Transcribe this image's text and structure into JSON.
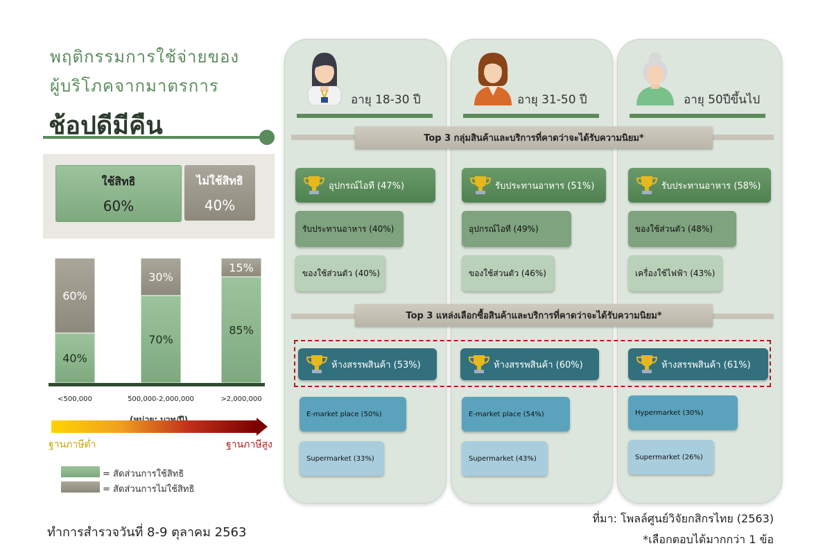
{
  "title": {
    "line1": "พฤติกรรมการใช้จ่ายของ",
    "line2": "ผู้บริโภคจากมาตรการ",
    "line3": "ช้อปดีมีคืน"
  },
  "rights_share": {
    "use_label": "ใช้สิทธิ",
    "use_value": "60%",
    "not_use_label": "ไม่ใช้สิทธิ",
    "not_use_value": "40%"
  },
  "chart_data": {
    "type": "bar",
    "stacked": true,
    "categories": [
      "<500,000",
      "500,000-2,000,000",
      ">2,000,000"
    ],
    "series": [
      {
        "name": "สัดส่วนการใช้สิทธิ",
        "values": [
          40,
          70,
          85
        ],
        "color": "#8fba8f"
      },
      {
        "name": "สัดส่วนการไม่ใช้สิทธิ",
        "values": [
          60,
          30,
          15
        ],
        "color": "#9a9688"
      }
    ],
    "labels": [
      [
        "40%",
        "70%",
        "85%"
      ],
      [
        "60%",
        "30%",
        "15%"
      ]
    ],
    "xlabel": "(หน่วย: บาท/ปี)",
    "ylim": [
      0,
      100
    ]
  },
  "tax_scale": {
    "low": "ฐานภาษีต่ำ",
    "high": "ฐานภาษีสูง"
  },
  "legend": {
    "use": "= สัดส่วนการใช้สิทธิ",
    "not_use": "= สัดส่วนการไม่ใช้สิทธิ"
  },
  "survey_date": "ทำการสำรวจวันที่ 8-9 ตุลาคม 2563",
  "source": "ที่มา: โพลล์ศูนย์วิจัยกสิกรไทย (2563)",
  "note": "*เลือกตอบได้มากกว่า 1 ข้อ",
  "banners": {
    "products": "Top 3 กลุ่มสินค้าและบริการที่คาดว่าจะได้รับความนิยม*",
    "channels": "Top 3 แหล่งเลือกซื้อสินค้าและบริการที่คาดว่าจะได้รับความนิยม*"
  },
  "panels": [
    {
      "age": "อายุ 18-30 ปี",
      "products": [
        "อุปกรณ์ไอที (47%)",
        "รับประทานอาหาร (40%)",
        "ของใช้ส่วนตัว (40%)"
      ],
      "channels": [
        "ห้างสรรพสินค้า (53%)",
        "E-market place (50%)",
        "Supermarket (33%)"
      ]
    },
    {
      "age": "อายุ 31-50 ปี",
      "products": [
        "รับประทานอาหาร (51%)",
        "อุปกรณ์ไอที (49%)",
        "ของใช้ส่วนตัว (46%)"
      ],
      "channels": [
        "ห้างสรรพสินค้า (60%)",
        "E-market place (54%)",
        "Supermarket (43%)"
      ]
    },
    {
      "age": "อายุ 50ปีขึ้นไป",
      "products": [
        "รับประทานอาหาร (58%)",
        "ของใช้ส่วนตัว (48%)",
        "เครื่องใช้ไฟฟ้า (43%)"
      ],
      "channels": [
        "ห้างสรรพสินค้า (61%)",
        "Hypermarket (30%)",
        "Supermarket (26%)"
      ]
    }
  ]
}
